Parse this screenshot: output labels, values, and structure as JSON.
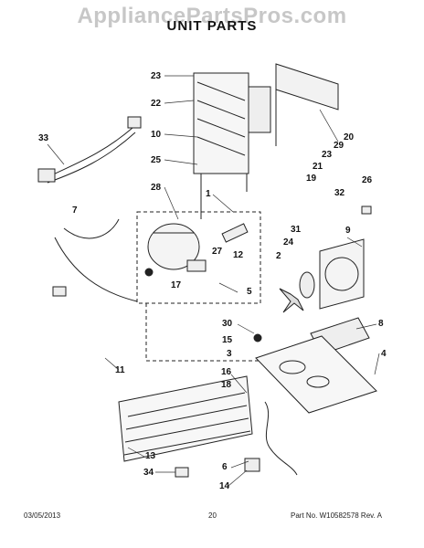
{
  "header": {
    "watermark": "AppliancePartsPros.com",
    "title": "UNIT PARTS"
  },
  "callouts": [
    "23",
    "22",
    "10",
    "25",
    "33",
    "7",
    "28",
    "1",
    "27",
    "12",
    "17",
    "5",
    "29",
    "20",
    "23",
    "21",
    "19",
    "32",
    "26",
    "9",
    "31",
    "24",
    "2",
    "8",
    "30",
    "15",
    "3",
    "4",
    "11",
    "16",
    "18",
    "13",
    "6",
    "34",
    "14"
  ],
  "footer": {
    "date": "03/05/2013",
    "page": "20",
    "part_no": "Part No.  W10582578  Rev.  A"
  }
}
